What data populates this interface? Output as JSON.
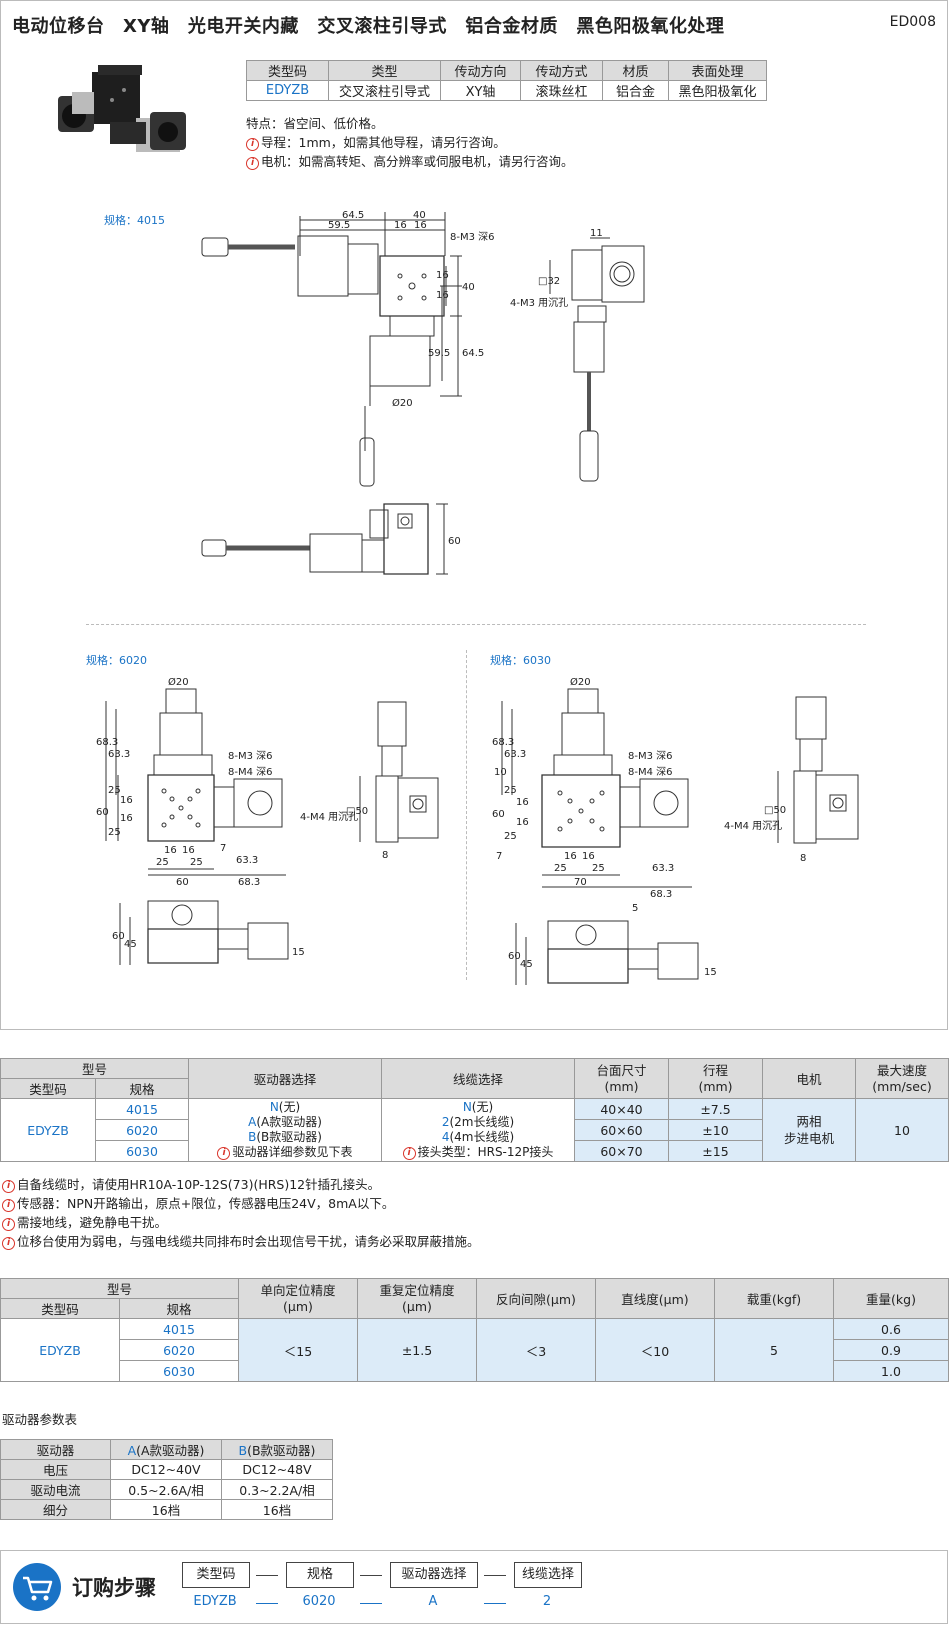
{
  "header": {
    "title": "电动位移台　XY轴　光电开关内藏　交叉滚柱引导式　铝合金材质　黑色阳极氧化处理",
    "code": "ED008"
  },
  "summary_table": {
    "headers": [
      "类型码",
      "类型",
      "传动方向",
      "传动方式",
      "材质",
      "表面处理"
    ],
    "row": [
      "EDYZB",
      "交叉滚柱引导式",
      "XY轴",
      "滚珠丝杠",
      "铝合金",
      "黑色阳极氧化"
    ]
  },
  "features": {
    "line1": "特点：省空间、低价格。",
    "line2": "导程：1mm，如需其他导程，请另行咨询。",
    "line3": "电机：如需高转矩、高分辨率或伺服电机，请另行咨询。"
  },
  "drawings": {
    "spec_4015": "规格：4015",
    "spec_6020": "规格：6020",
    "spec_6030": "规格：6030",
    "d4015": {
      "d645": "64.5",
      "d40": "40",
      "d595": "59.5",
      "d16a": "16",
      "d16b": "16",
      "hole": "8-M3 深6",
      "d40v": "40",
      "d16c": "16",
      "d16d": "16",
      "d595v": "59.5",
      "d645v": "64.5",
      "dia20": "Ø20",
      "d11": "11",
      "sq32": "□32",
      "cb": "4-M3 用沉孔",
      "d60": "60"
    },
    "d6020": {
      "dia20": "Ø20",
      "d683": "68.3",
      "d633": "63.3",
      "hole1": "8-M3 深6",
      "hole2": "8-M4 深6",
      "d60": "60",
      "d25a": "25",
      "d25b": "25",
      "d16a": "16",
      "d16b": "16",
      "d16c": "16",
      "d16d": "16",
      "d25c": "25",
      "d25d": "25",
      "d7": "7",
      "d633h": "63.3",
      "d60h": "60",
      "d683h": "68.3",
      "sq50": "□50",
      "cb": "4-M4 用沉孔",
      "d8": "8",
      "d60v": "60",
      "d45": "45",
      "d15": "15"
    },
    "d6030": {
      "dia20": "Ø20",
      "d683": "68.3",
      "d633": "63.3",
      "d10": "10",
      "hole1": "8-M3 深6",
      "hole2": "8-M4 深6",
      "d60": "60",
      "d25a": "25",
      "d25b": "25",
      "d16a": "16",
      "d16b": "16",
      "d16c": "16",
      "d16d": "16",
      "d25c": "25",
      "d25d": "25",
      "d7": "7",
      "d633h": "63.3",
      "d70": "70",
      "d683h": "68.3",
      "d5": "5",
      "sq50": "□50",
      "cb": "4-M4 用沉孔",
      "d8": "8",
      "d60v": "60",
      "d45": "45",
      "d15": "15"
    }
  },
  "table1": {
    "h_model": "型号",
    "h_type": "类型码",
    "h_spec": "规格",
    "h_driver": "驱动器选择",
    "h_cable": "线缆选择",
    "h_size": "台面尺寸\n(mm)",
    "h_stroke": "行程\n(mm)",
    "h_motor": "电机",
    "h_speed": "最大速度\n(mm/sec)",
    "type": "EDYZB",
    "rows": [
      {
        "spec": "4015",
        "size": "40×40",
        "stroke": "±7.5"
      },
      {
        "spec": "6020",
        "size": "60×60",
        "stroke": "±10"
      },
      {
        "spec": "6030",
        "size": "60×70",
        "stroke": "±15"
      }
    ],
    "driver": {
      "n_code": "N",
      "n_text": "(无)",
      "a_code": "A",
      "a_text": "(A款驱动器)",
      "b_code": "B",
      "b_text": "(B款驱动器)",
      "note": "驱动器详细参数见下表"
    },
    "cable": {
      "n_code": "N",
      "n_text": "(无)",
      "c2_code": "2",
      "c2_text": "(2m长线缆)",
      "c4_code": "4",
      "c4_text": "(4m长线缆)",
      "note": "接头类型：HRS-12P接头"
    },
    "motor": "两相\n步进电机",
    "speed": "10"
  },
  "notes": [
    "自备线缆时，请使用HR10A-10P-12S(73)(HRS)12针插孔接头。",
    "传感器：NPN开路输出，原点+限位，传感器电压24V，8mA以下。",
    "需接地线，避免静电干扰。",
    "位移台使用为弱电，与强电线缆共同排布时会出现信号干扰，请务必采取屏蔽措施。"
  ],
  "table2": {
    "h_model": "型号",
    "h_type": "类型码",
    "h_spec": "规格",
    "h_unidir": "单向定位精度\n(μm)",
    "h_repeat": "重复定位精度\n(μm)",
    "h_backlash": "反向间隙(μm)",
    "h_straight": "直线度(μm)",
    "h_load": "载重(kgf)",
    "h_weight": "重量(kg)",
    "type": "EDYZB",
    "specs": [
      "4015",
      "6020",
      "6030"
    ],
    "unidir": "＜15",
    "repeat": "±1.5",
    "backlash": "＜3",
    "straight": "＜10",
    "load": "5",
    "weights": [
      "0.6",
      "0.9",
      "1.0"
    ]
  },
  "driver_table": {
    "title": "驱动器参数表",
    "h_driver": "驱动器",
    "a_code": "A",
    "a_text": "(A款驱动器)",
    "b_code": "B",
    "b_text": "(B款驱动器)",
    "rows": [
      {
        "label": "电压",
        "a": "DC12~40V",
        "b": "DC12~48V"
      },
      {
        "label": "驱动电流",
        "a": "0.5~2.6A/相",
        "b": "0.3~2.2A/相"
      },
      {
        "label": "细分",
        "a": "16档",
        "b": "16档"
      }
    ]
  },
  "order": {
    "title": "订购步骤",
    "steps": [
      "类型码",
      "规格",
      "驱动器选择",
      "线缆选择"
    ],
    "values": [
      "EDYZB",
      "6020",
      "A",
      "2"
    ]
  },
  "colors": {
    "accent": "#1a73c6",
    "info": "#d9352b",
    "header_bg": "#dcdcdc",
    "highlight_bg": "#dcebf8"
  }
}
